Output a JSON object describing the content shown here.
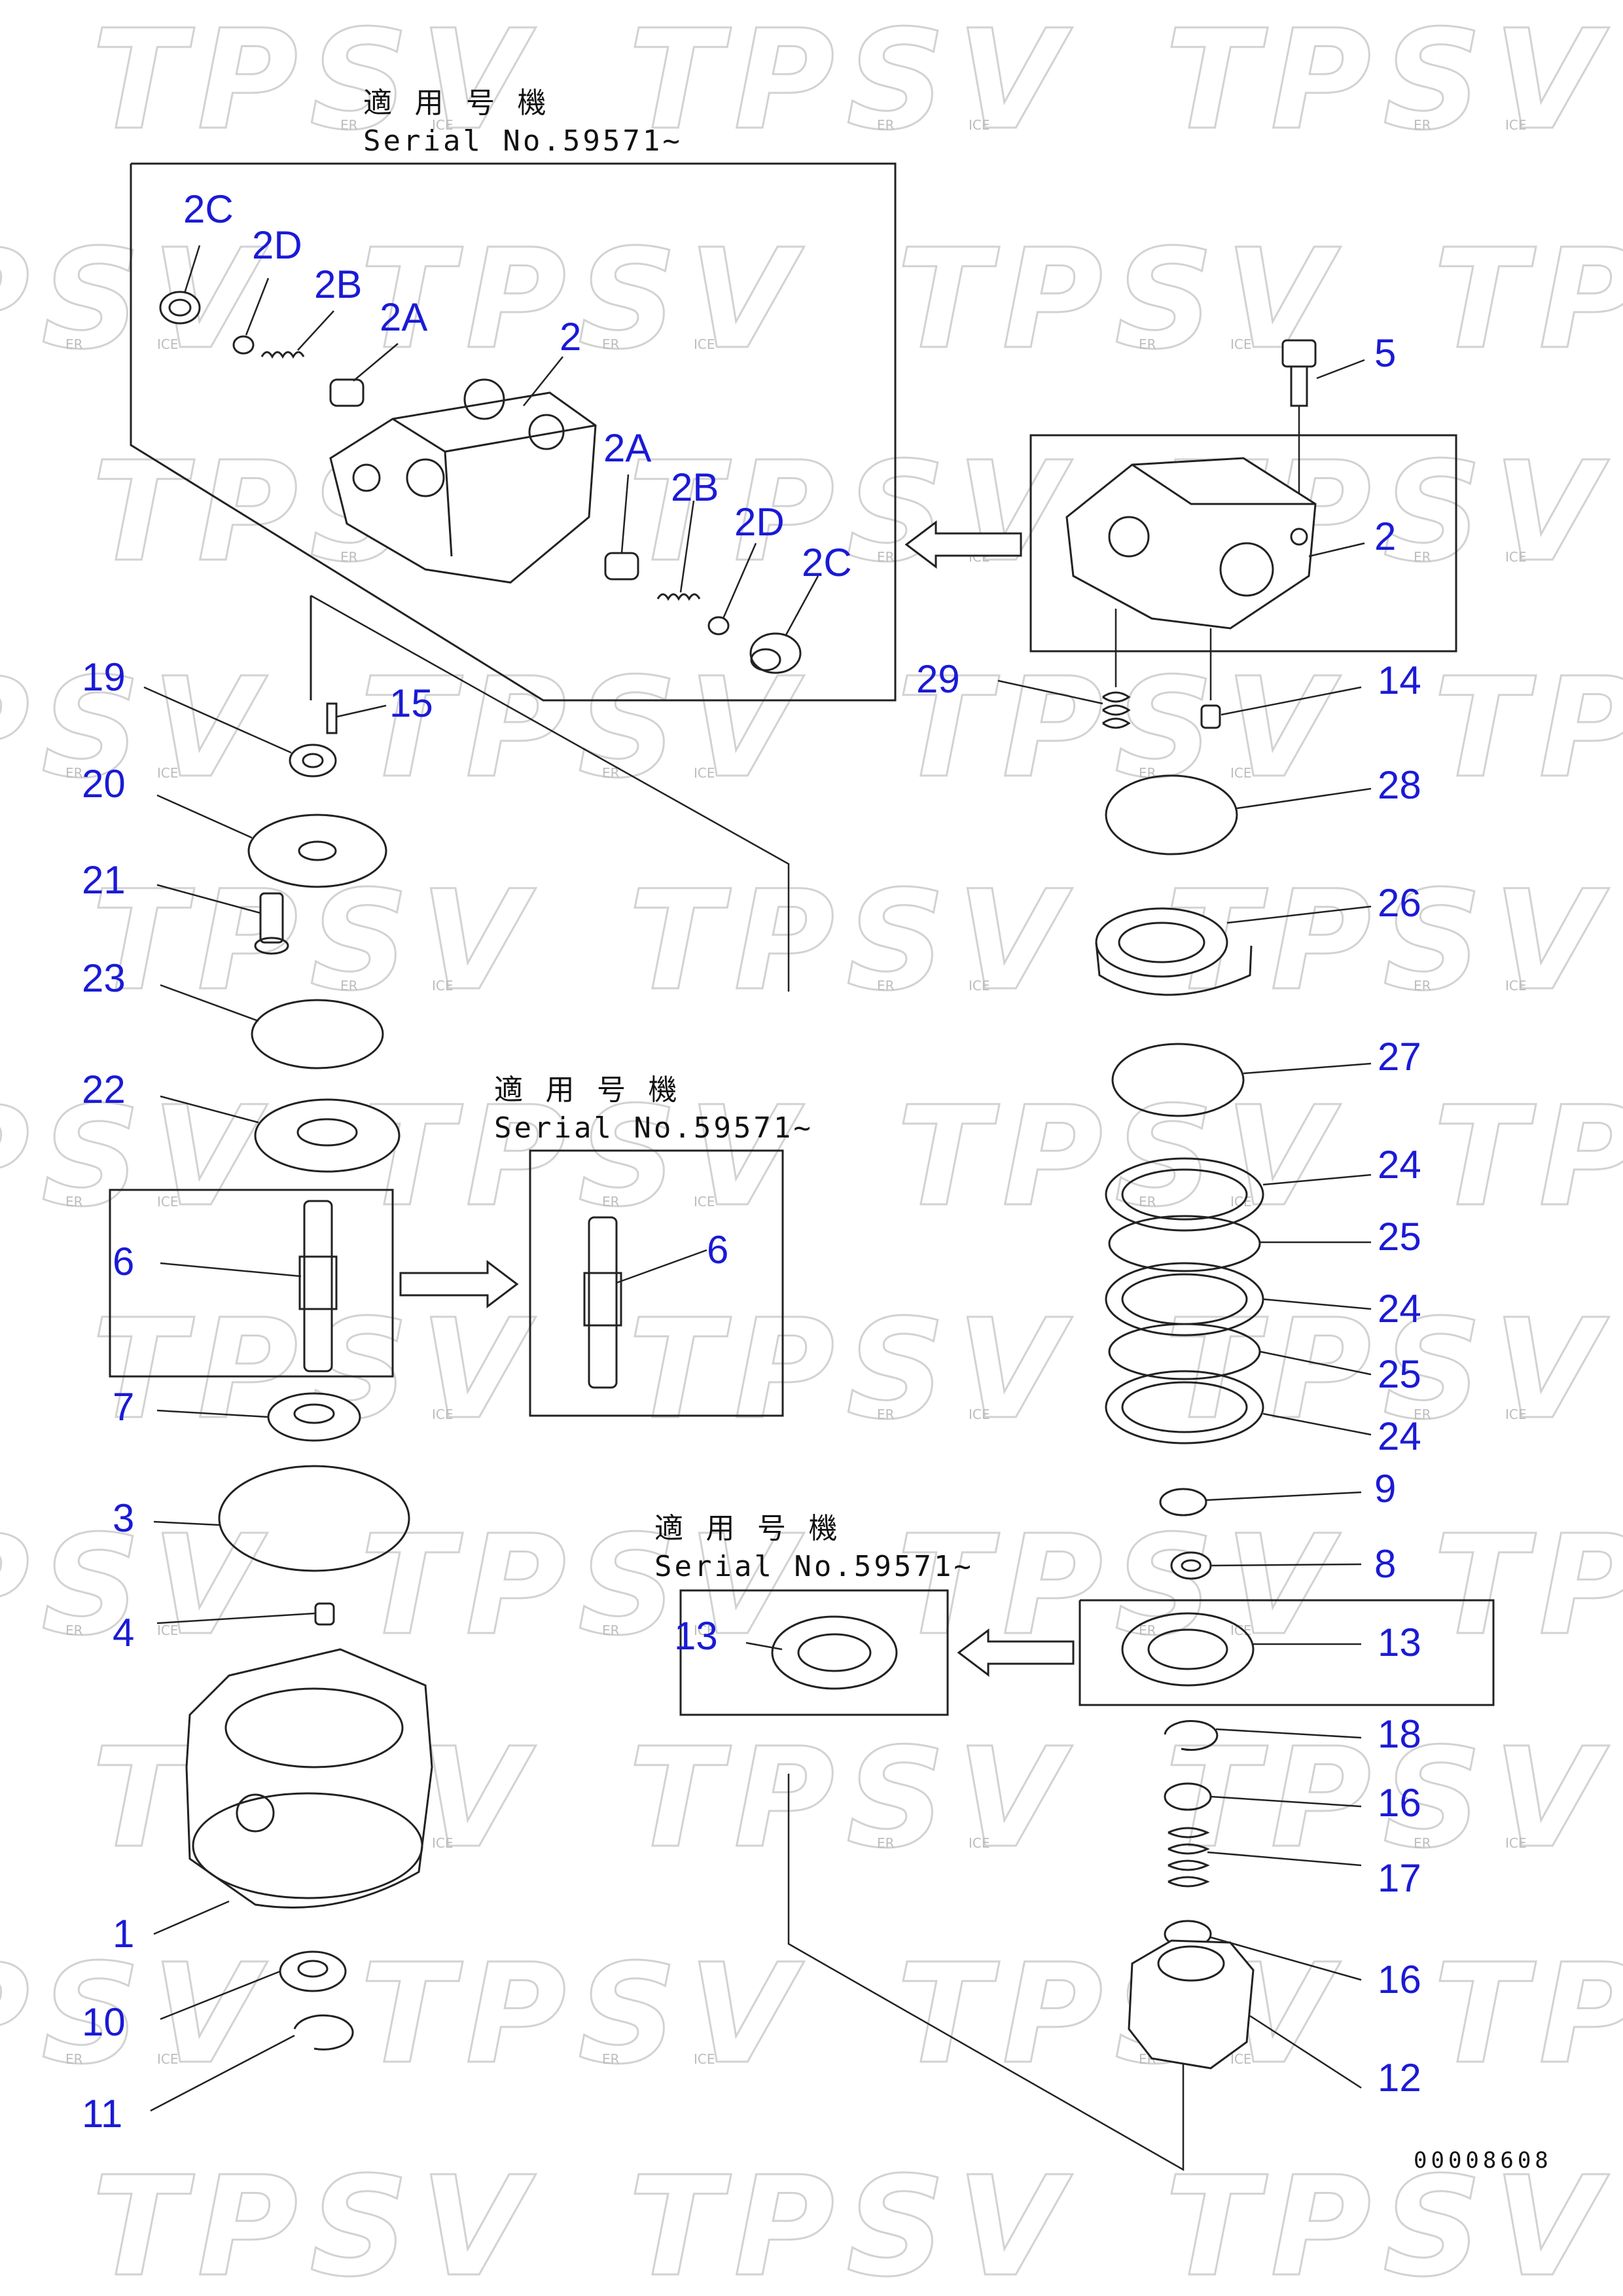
{
  "watermark": {
    "text": "TPSV",
    "sub_left": "ER",
    "sub_right": "ICE",
    "color": "#d2d2d2"
  },
  "serial_notes": [
    {
      "line1": "適 用 号 機",
      "line2": "Serial No.59571~"
    },
    {
      "line1": "適 用 号 機",
      "line2": "Serial No.59571~"
    },
    {
      "line1": "適 用 号 機",
      "line2": "Serial No.59571~"
    }
  ],
  "drawing_code": "00008608",
  "label_color": "#1a1ad6",
  "labels": {
    "p2c_a": "2C",
    "p2d_a": "2D",
    "p2b_a": "2B",
    "p2a_a": "2A",
    "p2_a": "2",
    "p2a_b": "2A",
    "p2b_b": "2B",
    "p2d_b": "2D",
    "p2c_b": "2C",
    "p5": "5",
    "p2_b": "2",
    "p29": "29",
    "p14": "14",
    "p28": "28",
    "p26": "26",
    "p27": "27",
    "p24_a": "24",
    "p25_a": "25",
    "p24_b": "24",
    "p25_b": "25",
    "p24_c": "24",
    "p9": "9",
    "p8": "8",
    "p13_a": "13",
    "p13_b": "13",
    "p18": "18",
    "p16_a": "16",
    "p17": "17",
    "p16_b": "16",
    "p12": "12",
    "p19": "19",
    "p15": "15",
    "p20": "20",
    "p21": "21",
    "p23": "23",
    "p22": "22",
    "p6_a": "6",
    "p6_b": "6",
    "p7": "7",
    "p3": "3",
    "p4": "4",
    "p1": "1",
    "p10": "10",
    "p11": "11"
  }
}
